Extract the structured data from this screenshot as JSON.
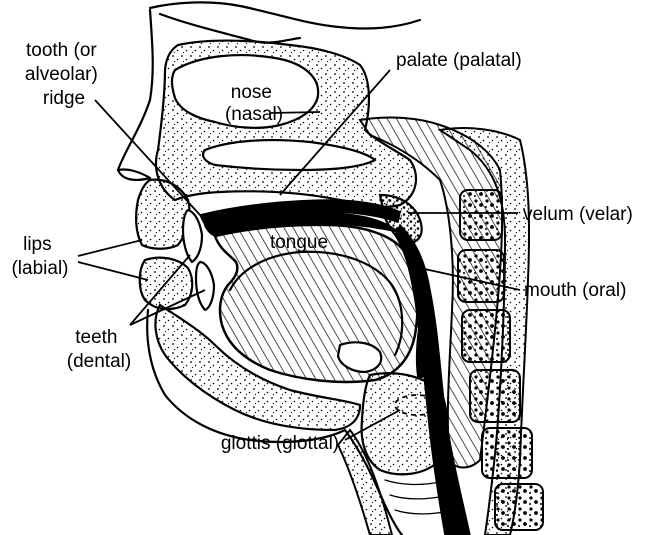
{
  "diagram": {
    "labels": {
      "tooth_ridge": [
        "tooth (or",
        "alveolar)",
        "ridge"
      ],
      "nose": [
        "nose",
        "(nasal)"
      ],
      "palate": "palate (palatal)",
      "velum": "velum (velar)",
      "tongue": "tongue",
      "lips": [
        "lips",
        "(labial)"
      ],
      "mouth": "mouth (oral)",
      "teeth": [
        "teeth",
        "(dental)"
      ],
      "glottis": "glottis (glottal)"
    },
    "colors": {
      "ink": "#000000",
      "paper": "#ffffff"
    }
  }
}
